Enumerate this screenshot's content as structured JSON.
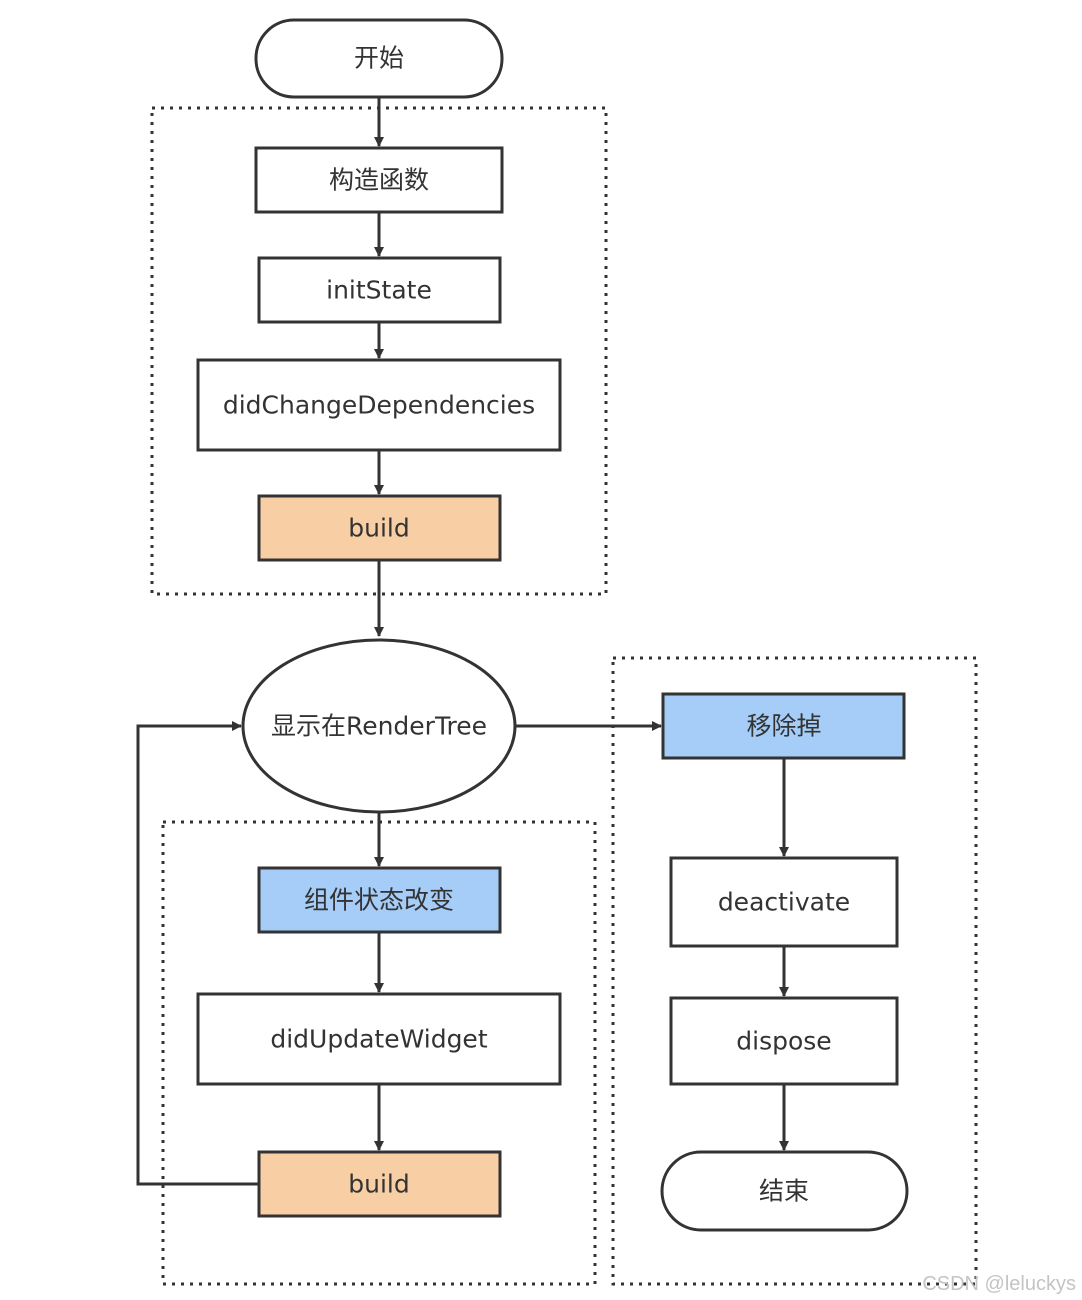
{
  "nodes": {
    "start": {
      "label": "开始"
    },
    "constructor": {
      "label": "构造函数"
    },
    "init_state": {
      "label": "initState"
    },
    "did_change_dependencies": {
      "label": "didChangeDependencies"
    },
    "build_initial": {
      "label": "build"
    },
    "render_tree": {
      "label": "显示在RenderTree"
    },
    "state_change": {
      "label": "组件状态改变"
    },
    "did_update_widget": {
      "label": "didUpdateWidget"
    },
    "build_update": {
      "label": "build"
    },
    "removed": {
      "label": "移除掉"
    },
    "deactivate": {
      "label": "deactivate"
    },
    "dispose": {
      "label": "dispose"
    },
    "end": {
      "label": "结束"
    }
  },
  "colors": {
    "build_fill": "#f8cfa4",
    "highlight_fill": "#a5cdf7",
    "stroke": "#333333"
  },
  "watermark": "CSDN @leluckys"
}
